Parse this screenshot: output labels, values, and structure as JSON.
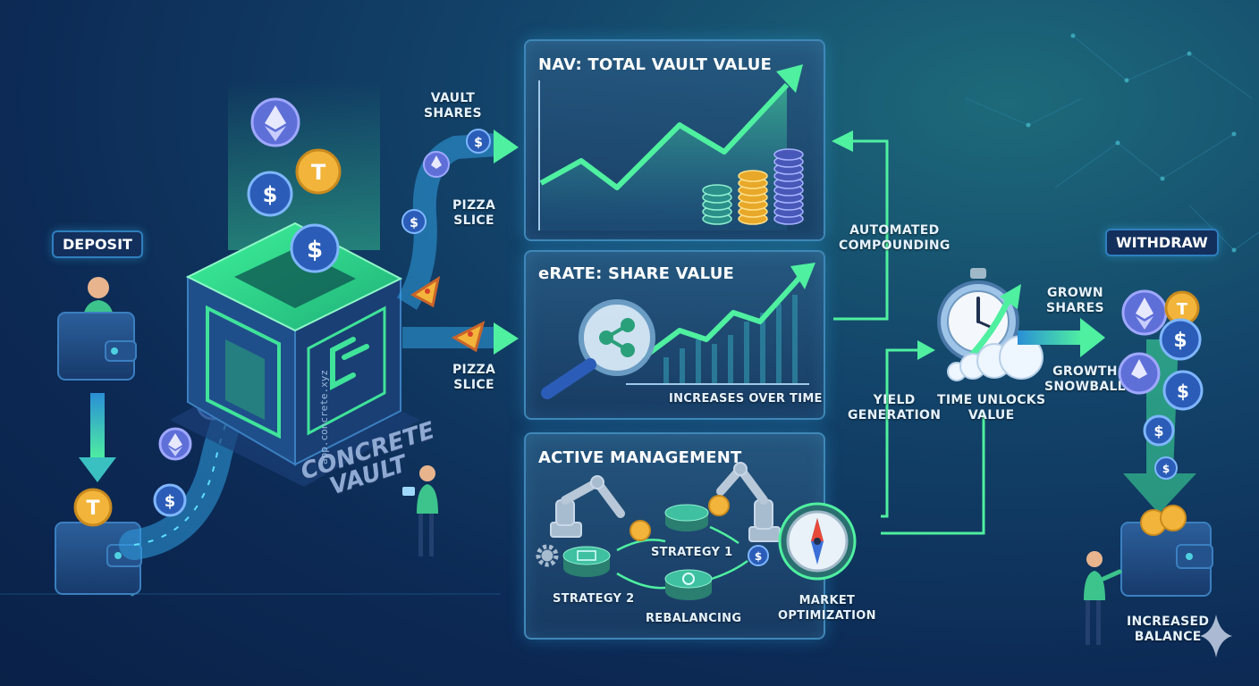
{
  "tags": {
    "deposit": "DEPOSIT",
    "withdraw": "WITHDRAW"
  },
  "vault": {
    "name_line1": "CONCRETE",
    "name_line2": "VAULT",
    "url": "app.concrete.xyz"
  },
  "labels": {
    "vault_shares": [
      "VAULT",
      "SHARES"
    ],
    "pizza_slice_top": [
      "PIZZA",
      "SLICE"
    ],
    "pizza_slice_bottom": [
      "PIZZA",
      "SLICE"
    ],
    "automated_compounding": [
      "AUTOMATED",
      "COMPOUNDING"
    ],
    "yield_generation": [
      "YIELD",
      "GENERATION"
    ],
    "time_unlocks_value": [
      "TIME UNLOCKS",
      "VALUE"
    ],
    "grown_shares": [
      "GROWN",
      "SHARES"
    ],
    "growth_snowball": [
      "GROWTH",
      "SNOWBALL"
    ],
    "increased_balance": [
      "INCREASED",
      "BALANCE"
    ]
  },
  "panels": {
    "nav": {
      "title": "NAV: TOTAL VAULT VALUE"
    },
    "erate": {
      "title": "eRATE: SHARE VALUE",
      "caption": "INCREASES OVER TIME"
    },
    "active": {
      "title": "ACTIVE MANAGEMENT",
      "strategy1": "STRATEGY 1",
      "strategy2": "STRATEGY 2",
      "rebalancing": "REBALANCING",
      "market_optimization": [
        "MARKET",
        "OPTIMIZATION"
      ]
    }
  },
  "icons": {
    "eth": "ethereum-icon",
    "usdc": "dollar-coin-icon",
    "usdt": "tether-coin-icon",
    "pizza": "pizza-slice-icon",
    "stopwatch": "stopwatch-icon",
    "compass": "compass-icon",
    "magnifier": "magnifier-icon",
    "wallet": "wallet-icon",
    "sparkle": "sparkle-icon"
  },
  "colors": {
    "accent_green": "#3fe39a",
    "accent_blue": "#3aa0ff",
    "panel_border": "#3f87b7",
    "coin_gold": "#f2b43a"
  }
}
